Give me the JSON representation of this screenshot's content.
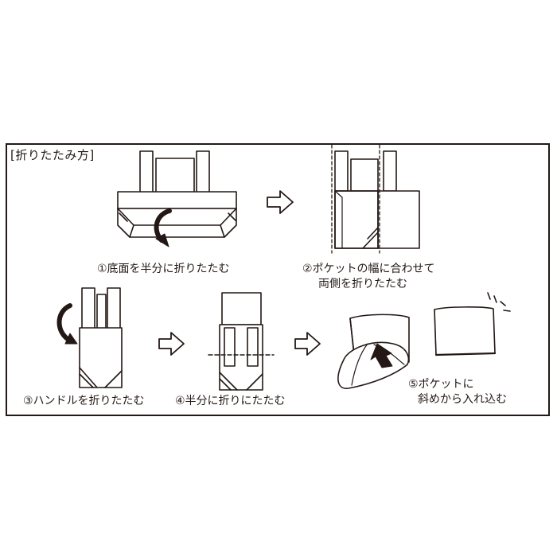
{
  "title": "[折りたたみ方]",
  "steps": [
    {
      "lines": [
        "①底面を半分に折りたたむ"
      ]
    },
    {
      "lines": [
        "②ポケットの幅に合わせて",
        "両側を折りたたむ"
      ]
    },
    {
      "lines": [
        "③ハンドルを折りたたむ"
      ]
    },
    {
      "lines": [
        "④半分に折りにたたむ"
      ]
    },
    {
      "lines": [
        "⑤ポケットに",
        "斜めから入れ込む"
      ]
    }
  ],
  "colors": {
    "ink": "#231815",
    "paper": "#ffffff"
  },
  "icons": [
    "curved-arrow-icon",
    "right-arrow-icon",
    "push-arrow-icon"
  ]
}
